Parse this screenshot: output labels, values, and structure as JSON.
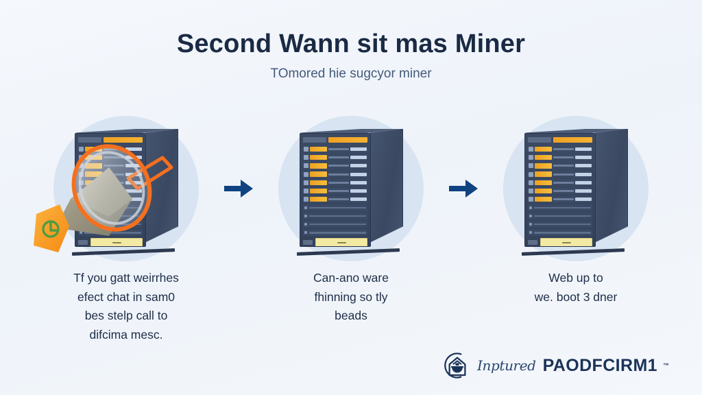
{
  "header": {
    "title": "Second Wann sit mas Miner",
    "subtitle": "TOmored hie sugcyor miner"
  },
  "colors": {
    "background": "#f2f6fb",
    "circle": "#d8e4f1",
    "title_text": "#1b2a44",
    "subtitle_text": "#44597a",
    "arrow": "#0f4280",
    "accent_orange": "#f2a225",
    "rack_body": "#3c4a63",
    "button_yellow": "#f2e9a3",
    "logo_blue": "#1c3358",
    "handle_orange": "#f79a1e",
    "handle_emblem_green": "#4f9c43"
  },
  "steps": [
    {
      "id": "step-1",
      "icon": "magnifier-over-server-icon",
      "caption_lines": [
        "Tf you gatt weirrhes",
        "efect chat in sam0",
        "bes stelp call to",
        "difcima mesc."
      ]
    },
    {
      "id": "step-2",
      "icon": "server-rack-icon",
      "caption_lines": [
        "Can-ano ware",
        "fhinning so tly",
        "beads"
      ]
    },
    {
      "id": "step-3",
      "icon": "server-rack-icon",
      "caption_lines": [
        "Web up to",
        "we. boot 3 dner"
      ]
    }
  ],
  "arrows": [
    {
      "id": "arrow-1",
      "icon": "arrow-right-icon"
    },
    {
      "id": "arrow-2",
      "icon": "arrow-right-icon"
    }
  ],
  "logo": {
    "mark_icon": "house-bowl-icon",
    "script_text": "Inptured",
    "word_text": "PAODFCIRM1",
    "trademark": "™"
  }
}
